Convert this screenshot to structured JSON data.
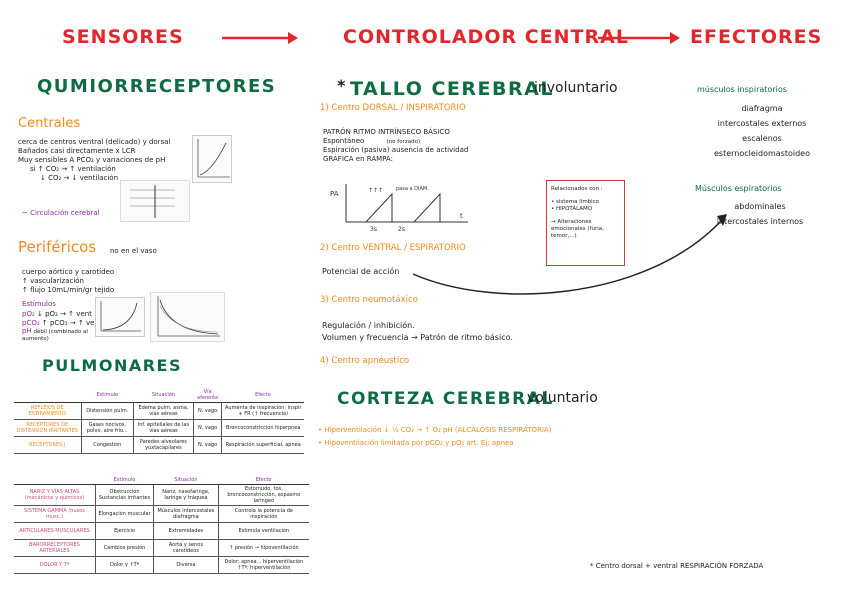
{
  "headers": {
    "sensores": "SENSORES",
    "controlador": "CONTROLADOR CENTRAL",
    "efectores": "EFECTORES"
  },
  "left": {
    "quimio_title": "QUMIORRECEPTORES",
    "centrales_title": "Centrales",
    "centrales_text": [
      "cerca de centros ventral (delicado) y dorsal",
      "Bañados casi directamente x LCR",
      "Muy sensibles A PCO₂ y variaciones de pH",
      "si ↑ CO₂ → ↑ ventilación",
      "↓ CO₂ → ↓ ventilación"
    ],
    "circulacion": "Circulación cerebral",
    "perifericos_title": "Periféricos",
    "perifericos_note": "no en el vaso",
    "perifericos_text": [
      "cuerpo aórtico y carotídeo",
      "↑ vascularización",
      "↑ flujo  10mL/min/gr tejido"
    ],
    "estimulos_title": "Estímulos",
    "estimulos": [
      {
        "k": "pO₂",
        "v": "↓ pO₂ → ↑ vent"
      },
      {
        "k": "pCO₂",
        "v": "↑ pCO₂ → ↑ vent"
      },
      {
        "k": "pH",
        "v": "débil (combinado al aumento)"
      }
    ],
    "pulmonares_title": "PULMONARES"
  },
  "table1": {
    "headers": [
      "",
      "Estímulo",
      "Situación",
      "Vía aferente",
      "Efecto"
    ],
    "rows": [
      [
        "REFLEJOS DE ESTIRAMIENTO",
        "Distensión pulm.",
        "Edema pulm. asma, vías aéreas",
        "N. vago",
        "Aumenta de inspiración: inspir + FR (↑ frecuencia)"
      ],
      [
        "RECEPTORES DE DISTENSIÓN IRRITANTES",
        "Gases nocivos, polvo, aire frío...",
        "Inf. epiteliales de las vías aéreas",
        "N. vago",
        "Broncoconstricción hiperpnea"
      ],
      [
        "RECEPTORES J",
        "Congestión",
        "Paredes alveolares yuxtacapilares",
        "N. vago",
        "Respiración superficial, apnea"
      ]
    ]
  },
  "table2": {
    "headers": [
      "",
      "Estímulo",
      "Situación",
      "Efecto"
    ],
    "rows": [
      [
        "NARIZ Y VÍAS ALTAS (mecánicos y químicos)",
        "Obstrucción Sustancias irritantes",
        "Nariz, nasofaringe, laringe y tráquea",
        "Estornudo, tos, broncoconstricción, espasmo laríngeo"
      ],
      [
        "SISTEMA GAMMA (husos musc.)",
        "Elongación muscular",
        "Músculos intercostales diafragma",
        "Controla la potencia de inspiración"
      ],
      [
        "ARTICULARES MUSCULARES",
        "Ejercicio",
        "Extremidades",
        "Estimula ventilación"
      ],
      [
        "BARORRECEPTORES ARTERIALES",
        "Cambios presión",
        "Aorta y senos carotídeos",
        "↑ presión → hipoventilación"
      ],
      [
        "DOLOR Y Tª",
        "Dolor y ↑Tª",
        "Diversa",
        "Dolor: apnea... hiperventilación ↑Tª: hiperventilación"
      ]
    ]
  },
  "center": {
    "star": "*",
    "tallo_title": "TALLO CEREBRAL",
    "tallo_sub": "involuntario",
    "c1_title": "1) Centro DORSAL / INSPIRATORIO",
    "c1_text": [
      "PATRÓN RITMO INTRÍNSECO BÁSICO",
      "Espontáneo",
      "Espiración (pasiva) ausencia de actividad",
      "GRÁFICA en RAMPA:"
    ],
    "c1_note": "(no forzado)",
    "graph": {
      "y_label": "PA",
      "x_label": "t",
      "t1": "3s",
      "t2": "2s",
      "note": "pasa a DIAM."
    },
    "relacionados_title": "Relacionados con :",
    "relacionados": [
      "• sistema límbico",
      "• HIPOTÁLAMO",
      "→ Alteraciones emocionales (furia, temor,...)"
    ],
    "c2_title": "2) Centro VENTRAL / ESPIRATORIO",
    "c2_text": "Potencial de acción",
    "c3_title": "3) Centro neumotáxico",
    "c3_text": [
      "Regulación / inhibición.",
      "Volumen y frecuencia → Patrón de ritmo básico."
    ],
    "c4_title": "4) Centro apnéustico",
    "corteza_title": "CORTEZA CEREBRAL",
    "corteza_sub": "voluntario",
    "corteza_items": [
      "• Hiperventilación  ↓ ½ CO₂ → ↑ O₂ pH (ALCALOSIS RESPIRATORIA)",
      "• Hipoventilación limitada por pCO₂ y pO₂ art. Ej: apnea"
    ]
  },
  "right": {
    "insp_title": "músculos inspiratorios",
    "insp_items": [
      "diafragma",
      "intercostales externos",
      "escalenos",
      "esternocleidomastoideo"
    ],
    "esp_title": "Músculos espiratorios",
    "esp_items": [
      "abdominales",
      "intercostales internos"
    ],
    "footer": "* Centro dorsal + ventral  RESPIRACIÓN FORZADA"
  },
  "colors": {
    "red": "#e3262b",
    "green": "#0f6b42",
    "orange": "#f08a1e",
    "purple": "#8a2f9e"
  }
}
